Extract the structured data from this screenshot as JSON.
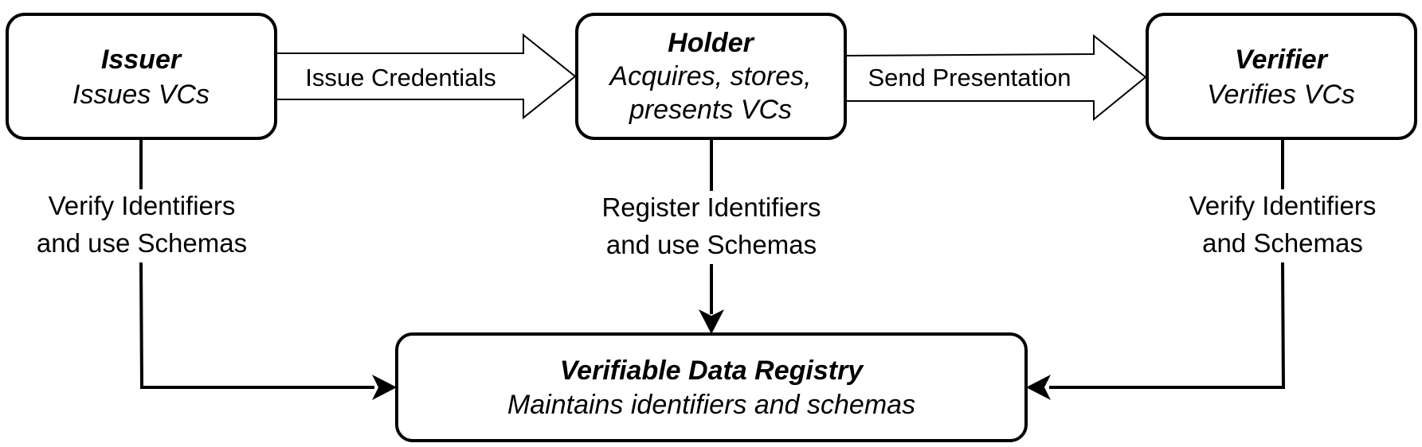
{
  "nodes": {
    "issuer": {
      "title": "Issuer",
      "subtitle": "Issues VCs"
    },
    "holder": {
      "title": "Holder",
      "subtitle_line1": "Acquires, stores,",
      "subtitle_line2": "presents VCs"
    },
    "verifier": {
      "title": "Verifier",
      "subtitle": "Verifies VCs"
    },
    "registry": {
      "title": "Verifiable Data Registry",
      "subtitle": "Maintains identifiers and schemas"
    }
  },
  "edges": {
    "issue_credentials": "Issue Credentials",
    "send_presentation": "Send Presentation",
    "issuer_to_registry": {
      "line1": "Verify Identifiers",
      "line2": "and use Schemas"
    },
    "holder_to_registry": {
      "line1": "Register Identifiers",
      "line2": "and use Schemas"
    },
    "verifier_to_registry": {
      "line1": "Verify Identifiers",
      "line2": "and Schemas"
    }
  }
}
